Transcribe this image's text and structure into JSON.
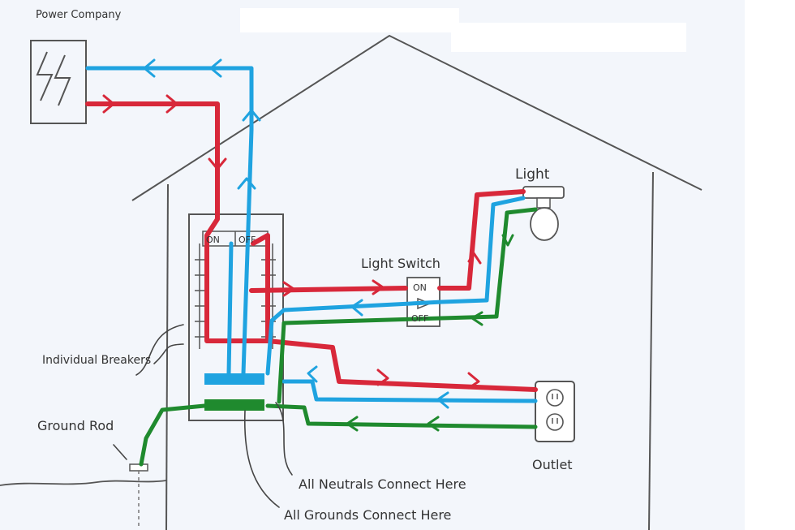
{
  "labels": {
    "power_company": "Power Company",
    "light": "Light",
    "light_switch": "Light Switch",
    "switch_on": "ON",
    "switch_off": "OFF",
    "panel_on": "ON",
    "panel_off": "OFF",
    "individual_breakers": "Individual Breakers",
    "ground_rod": "Ground Rod",
    "outlet": "Outlet",
    "all_neutrals": "All Neutrals Connect Here",
    "all_grounds": "All Grounds Connect Here"
  },
  "colors": {
    "hot": "#d8283a",
    "neutral": "#1fa3e0",
    "ground": "#1f8a2e",
    "pencil": "#444444",
    "paper": "#f3f6fb"
  }
}
